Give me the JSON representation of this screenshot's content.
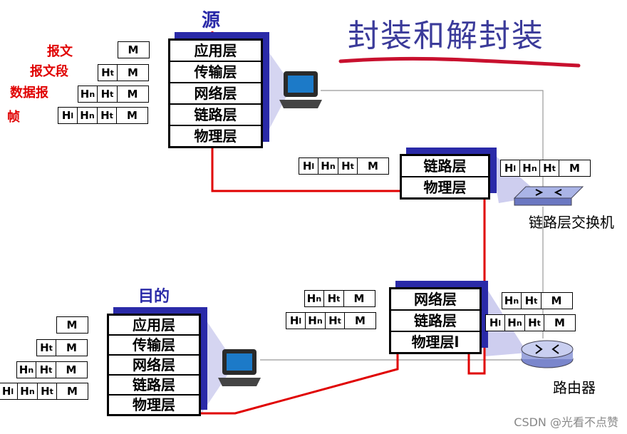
{
  "title": "封装和解封装",
  "source_label": "源",
  "dest_label": "目的",
  "unit_labels": [
    "报文",
    "报文段",
    "数据报",
    "帧"
  ],
  "layers": {
    "app": "应用层",
    "transport": "传输层",
    "network": "网络层",
    "link": "链路层",
    "physical": "物理层",
    "physical_router": "物理层l"
  },
  "packets": {
    "m": "M",
    "ht": "Ht",
    "hn": "Hn",
    "hl": "Hl"
  },
  "devices": {
    "switch": "链路层交换机",
    "router": "路由器"
  },
  "watermark": "CSDN @光看不点赞",
  "colors": {
    "accent": "#2a2aa8",
    "path": "#e00000",
    "title": "#3b3b9a"
  }
}
